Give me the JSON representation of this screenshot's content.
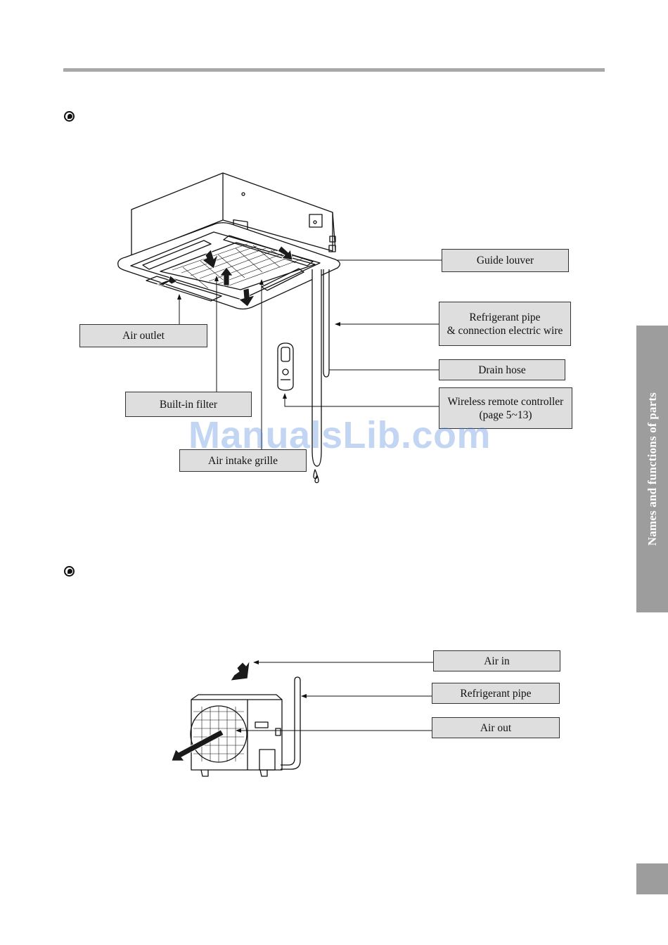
{
  "sidebar": {
    "section_tab": "Names and functions of parts"
  },
  "watermark": "ManualsLib.com",
  "indoor_unit": {
    "labels": {
      "guide_louver": "Guide louver",
      "refrigerant_pipe_wire": "Refrigerant pipe\n& connection electric wire",
      "drain_hose": "Drain hose",
      "wireless_remote": "Wireless remote controller\n(page 5~13)",
      "air_outlet": "Air outlet",
      "built_in_filter": "Built-in filter",
      "air_intake_grille": "Air intake grille"
    }
  },
  "outdoor_unit": {
    "labels": {
      "air_in": "Air in",
      "refrigerant_pipe": "Refrigerant pipe",
      "air_out": "Air out"
    }
  },
  "colors": {
    "label_fill": "#dedede",
    "tab_gray": "#9d9d9d",
    "rule_gray": "#a8a8a8"
  }
}
